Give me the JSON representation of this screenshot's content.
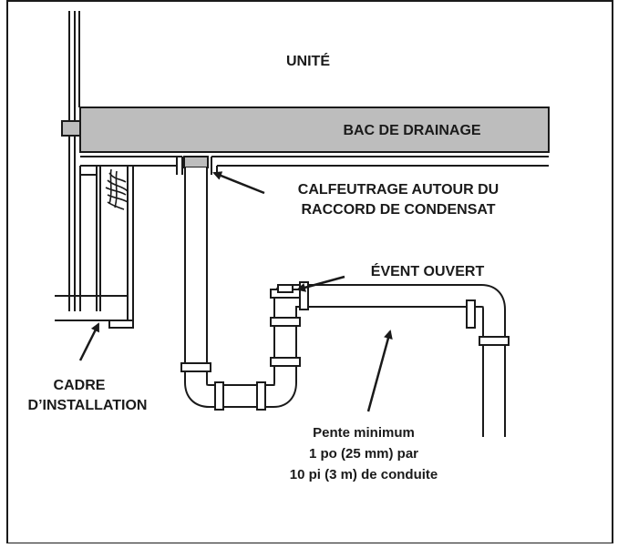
{
  "labels": {
    "unit": "UNITÉ",
    "drain_pan": "BAC DE DRAINAGE",
    "caulking_line1": "CALFEUTRAGE AUTOUR DU",
    "caulking_line2": "RACCORD DE CONDENSAT",
    "open_vent": "ÉVENT OUVERT",
    "frame_line1": "CADRE",
    "frame_line2": "D’INSTALLATION",
    "slope_line1": "Pente minimum",
    "slope_line2": "1 po (25 mm) par",
    "slope_line3": "10 pi (3 m) de conduite"
  },
  "colors": {
    "line": "#1a1a1a",
    "drain_pan_fill": "#bdbdbd",
    "background": "#ffffff"
  }
}
